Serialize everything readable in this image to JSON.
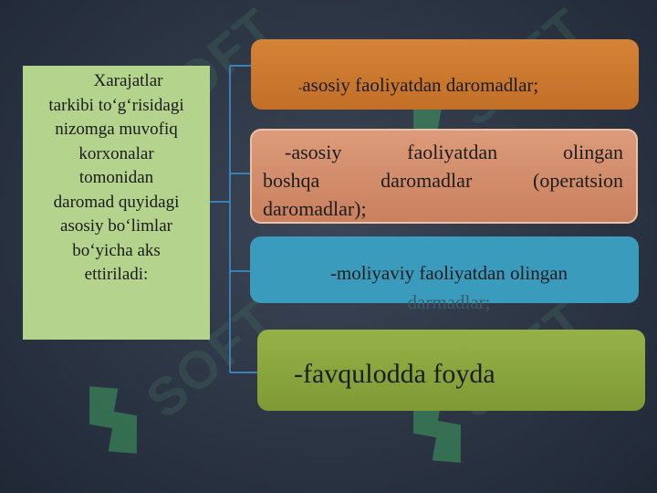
{
  "watermark": "SOFT",
  "left_box": {
    "line1": "Xarajatlar",
    "line2": "tarkibi to‘g‘risidagi",
    "line3": "nizomga muvofiq",
    "line4": "korxonalar",
    "line5": "tomonidan",
    "line6": "daromad quyidagi",
    "line7": "asosiy bo‘limlar",
    "line8": "bo‘yicha aks",
    "line9": "ettiriladi:"
  },
  "items": [
    {
      "dash": "-",
      "text": "asosiy faoliyatdan daromadlar;"
    },
    {
      "w1": "-asosiy",
      "w2": "faoliyatdan",
      "w3": "olingan",
      "w4": "boshqa",
      "w5": "daromadlar",
      "w6": "(operatsion",
      "line3": "daromadlar);"
    },
    {
      "line1": "-moliyaviy faoliyatdan olingan",
      "line2": "darmadlar;"
    },
    {
      "text": "-favqulodda foyda"
    }
  ],
  "colors": {
    "left_box": "#b4d38c",
    "item1": "#c97a30",
    "item2": "#d08a68",
    "item3": "#3a9bbd",
    "item4": "#8aa63d",
    "connector": "#3a7fb5"
  }
}
